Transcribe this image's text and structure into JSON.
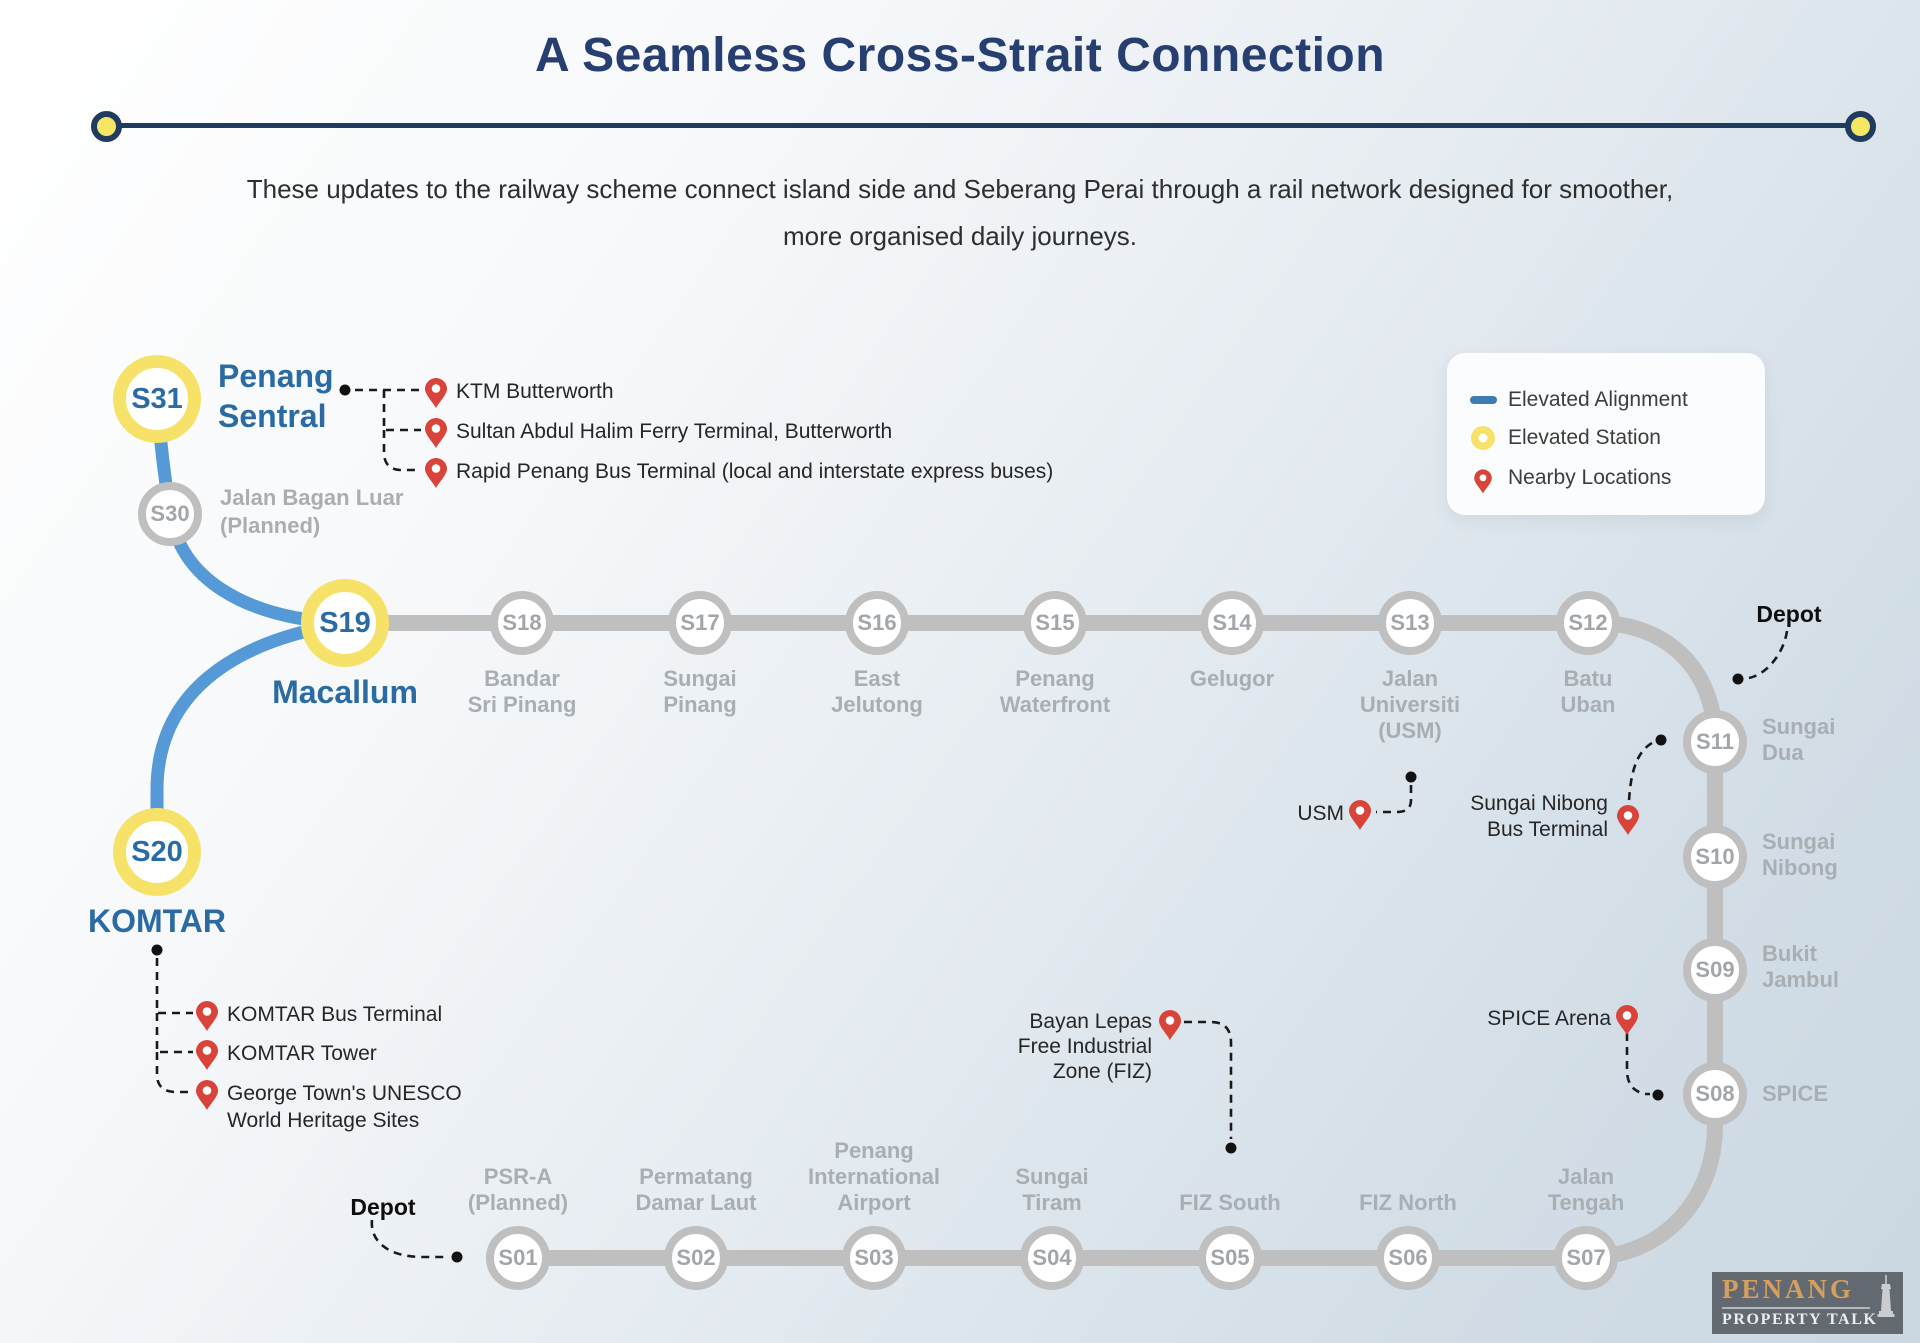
{
  "title": "A Seamless Cross-Strait Connection",
  "subtitle": "These updates to the railway scheme connect island side and Seberang Perai through a rail network designed for smoother,\nmore organised daily journeys.",
  "legend": {
    "alignment_label": "Elevated Alignment",
    "station_label": "Elevated Station",
    "nearby_label": "Nearby Locations"
  },
  "line": {
    "s31": {
      "code": "S31",
      "name": "Penang\nSentral"
    },
    "s30": {
      "code": "S30",
      "name": "Jalan Bagan Luar\n(Planned)"
    },
    "s19": {
      "code": "S19",
      "name": "Macallum"
    },
    "s20": {
      "code": "S20",
      "name": "KOMTAR"
    },
    "top_row": [
      {
        "code": "S18",
        "name": "Bandar\nSri Pinang"
      },
      {
        "code": "S17",
        "name": "Sungai\nPinang"
      },
      {
        "code": "S16",
        "name": "East\nJelutong"
      },
      {
        "code": "S15",
        "name": "Penang\nWaterfront"
      },
      {
        "code": "S14",
        "name": "Gelugor"
      },
      {
        "code": "S13",
        "name": "Jalan\nUniversiti\n(USM)"
      },
      {
        "code": "S12",
        "name": "Batu\nUban"
      }
    ],
    "right_column": [
      {
        "code": "S11",
        "name": "Sungai\nDua"
      },
      {
        "code": "S10",
        "name": "Sungai\nNibong"
      },
      {
        "code": "S09",
        "name": "Bukit\nJambul"
      },
      {
        "code": "S08",
        "name": "SPICE"
      }
    ],
    "bottom_row": [
      {
        "code": "S01",
        "name": "PSR-A\n(Planned)"
      },
      {
        "code": "S02",
        "name": "Permatang\nDamar Laut"
      },
      {
        "code": "S03",
        "name": "Penang\nInternational\nAirport"
      },
      {
        "code": "S04",
        "name": "Sungai\nTiram"
      },
      {
        "code": "S05",
        "name": "FIZ South"
      },
      {
        "code": "S06",
        "name": "FIZ North"
      },
      {
        "code": "S07",
        "name": "Jalan\nTengah"
      }
    ]
  },
  "depots": {
    "top": "Depot",
    "bottom": "Depot"
  },
  "nearby": {
    "penang_sentral": [
      "KTM Butterworth",
      "Sultan Abdul Halim Ferry Terminal, Butterworth",
      "Rapid Penang Bus Terminal (local and interstate express buses)"
    ],
    "komtar": [
      "KOMTAR Bus Terminal",
      "KOMTAR Tower",
      "George Town's UNESCO\nWorld Heritage Sites"
    ],
    "usm": "USM",
    "sungai_nibong_bus_terminal": "Sungai Nibong\nBus Terminal",
    "spice_arena": "SPICE Arena",
    "bayan_lepas_fiz": "Bayan Lepas\nFree Industrial\nZone (FIZ)"
  },
  "logo": {
    "line1": "PENANG",
    "line2": "PROPERTY TALK"
  },
  "colors": {
    "title_navy": "#273e70",
    "divider_navy": "#1f3c5e",
    "station_yellow": "#f7e269",
    "line_blue": "#559ad6",
    "line_gray": "#bfbfbf",
    "label_blue": "#2a6ba3",
    "label_gray": "#a9aeb3",
    "pin_red": "#d8433a",
    "connector_black": "#1a1a1a",
    "logo_gold": "#d5a05f"
  }
}
